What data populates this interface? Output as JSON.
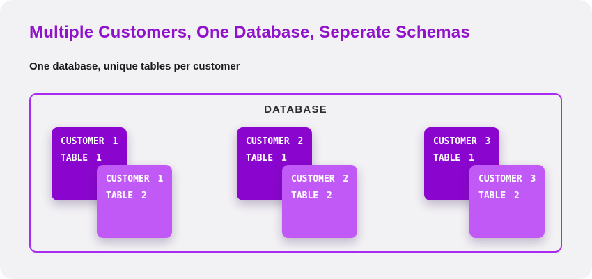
{
  "page": {
    "title": "Multiple Customers, One Database, Seperate Schemas",
    "subtitle": "One database, unique tables per customer"
  },
  "diagram": {
    "container_label": "DATABASE",
    "groups": [
      {
        "table1": {
          "line1": "CUSTOMER 1",
          "line2": "TABLE 1"
        },
        "table2": {
          "line1": "CUSTOMER 1",
          "line2": "TABLE 2"
        }
      },
      {
        "table1": {
          "line1": "CUSTOMER 2",
          "line2": "TABLE 1"
        },
        "table2": {
          "line1": "CUSTOMER 2",
          "line2": "TABLE 2"
        }
      },
      {
        "table1": {
          "line1": "CUSTOMER 3",
          "line2": "TABLE 1"
        },
        "table2": {
          "line1": "CUSTOMER 3",
          "line2": "TABLE 2"
        }
      }
    ]
  },
  "colors": {
    "accent_title": "#9013CB",
    "card_background": "#F2F1F4",
    "subtitle_text": "#1B1A1E",
    "database_label_text": "#2D2C30",
    "container_border": "#A92BF2",
    "table1_fill": "#8A06CE",
    "table2_fill": "#C159F7",
    "box_text": "#FFFFFF"
  }
}
